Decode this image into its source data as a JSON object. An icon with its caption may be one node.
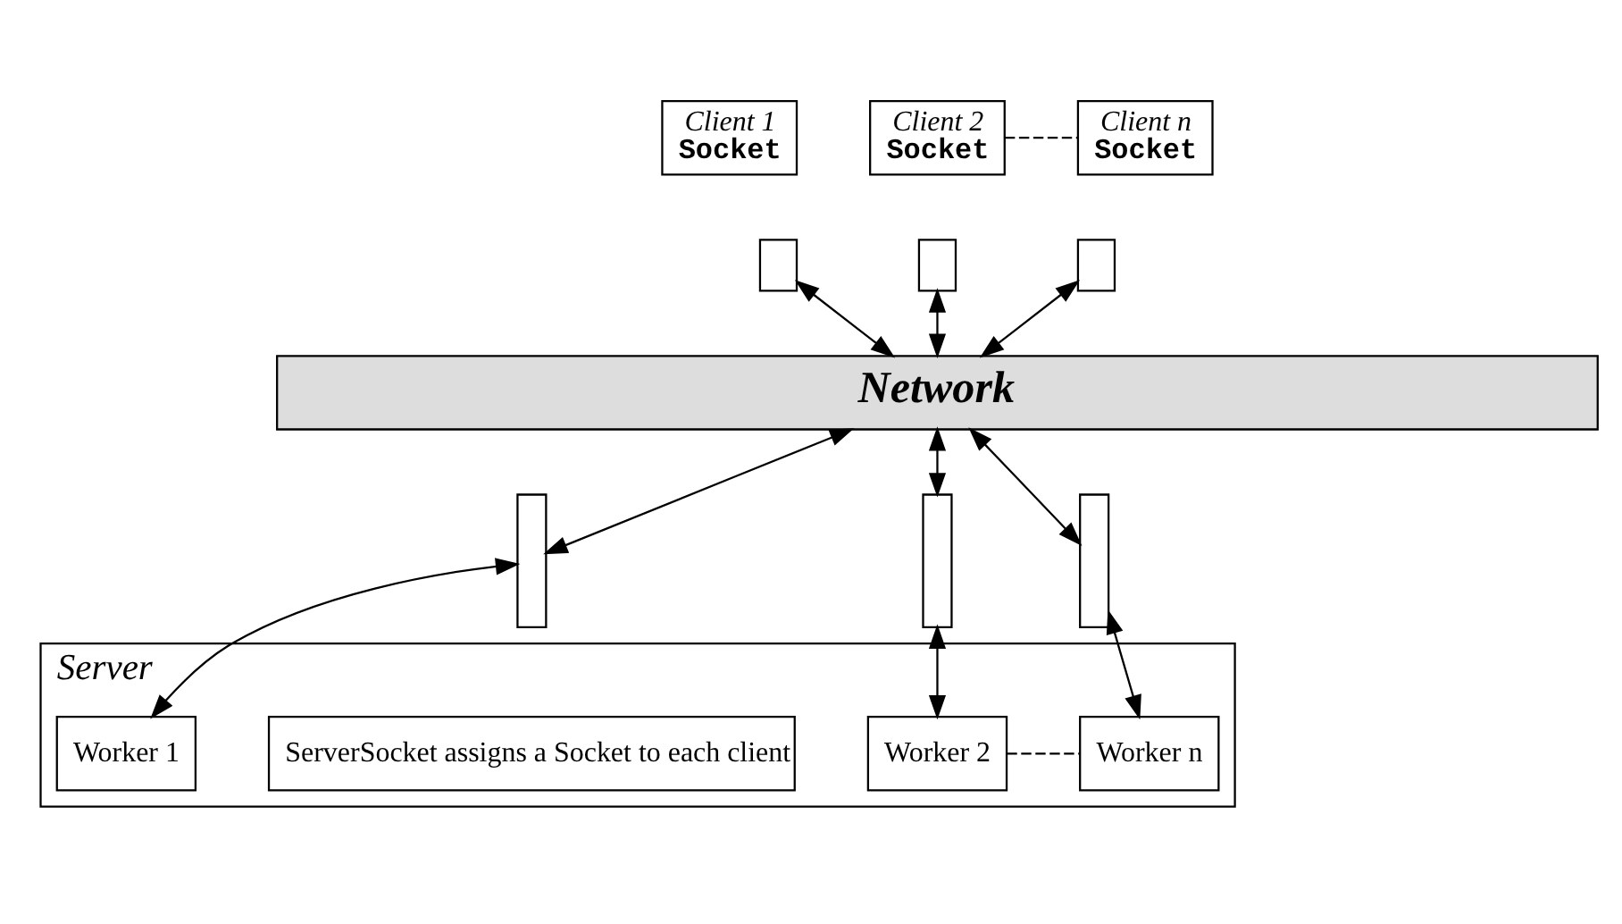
{
  "diagram": {
    "nodes": [
      {
        "text": [
          "Client 1",
          "Socket"
        ]
      },
      {
        "text": [],
        "shape": "box"
      },
      {
        "text": [
          "Client 2",
          "Socket"
        ]
      },
      {
        "text": [],
        "shape": "box"
      },
      {
        "text": [
          "Client n",
          "Socket"
        ]
      },
      {
        "text": [],
        "shape": "box"
      },
      {
        "text": [
          "Network"
        ]
      },
      {
        "text": [
          "Server"
        ]
      },
      {
        "text": [
          "ServerSocket assigns a Socket to each client"
        ],
        "in": 7
      },
      {
        "text": [],
        "shape": "bar"
      },
      {
        "text": [],
        "shape": "bar"
      },
      {
        "text": [],
        "shape": "bar"
      },
      {
        "text": [
          "Worker 1"
        ],
        "in": 7
      },
      {
        "text": [
          "Worker 2"
        ],
        "in": 7
      },
      {
        "text": [
          "Worker n"
        ],
        "in": 7
      }
    ],
    "edges": [
      {
        "from": 2,
        "to": 4,
        "arrow": "none",
        "style": "dashed"
      },
      {
        "from": 1,
        "to": 6,
        "arrow": "both"
      },
      {
        "from": 3,
        "to": 6,
        "arrow": "both"
      },
      {
        "from": 5,
        "to": 6,
        "arrow": "both"
      },
      {
        "from": 6,
        "to": 9,
        "arrow": "both"
      },
      {
        "from": 6,
        "to": 10,
        "arrow": "both"
      },
      {
        "from": 6,
        "to": 11,
        "arrow": "both"
      },
      {
        "from": 9,
        "to": 12,
        "arrow": "both"
      },
      {
        "from": 10,
        "to": 13,
        "arrow": "both"
      },
      {
        "from": 11,
        "to": 14,
        "arrow": "both"
      },
      {
        "from": 13,
        "to": 14,
        "arrow": "none",
        "style": "dashed"
      }
    ]
  }
}
